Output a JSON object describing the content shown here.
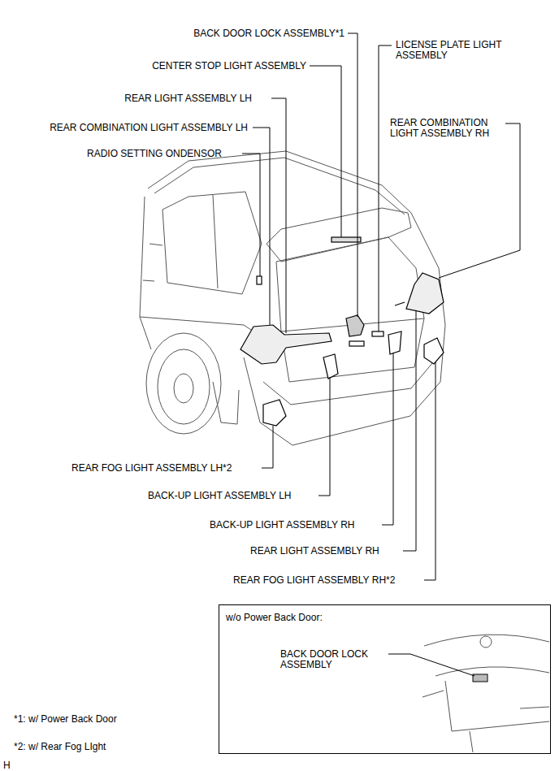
{
  "diagram": {
    "nodes": [
      {
        "text": [
          "w/o Power Back Door:",
          "BACK DOOR LOCK ASSEMBLY"
        ]
      }
    ],
    "labels": [
      "BACK DOOR LOCK ASSEMBLY*1",
      "CENTER STOP LIGHT ASSEMBLY",
      "REAR LIGHT ASSEMBLY LH",
      "REAR COMBINATION LIGHT ASSEMBLY LH",
      "RADIO SETTING ONDENSOR",
      "LICENSE PLATE LIGHT ASSEMBLY",
      "REAR COMBINATION LIGHT ASSEMBLY RH",
      "REAR FOG LIGHT ASSEMBLY LH*2",
      "BACK-UP LIGHT ASSEMBLY LH",
      "BACK-UP LIGHT ASSEMBLY RH",
      "REAR LIGHT ASSEMBLY RH",
      "REAR FOG LIGHT ASSEMBLY RH*2",
      "*1: w/ Power Back Door",
      "*2: w/ Rear Fog LIght",
      "H"
    ]
  }
}
